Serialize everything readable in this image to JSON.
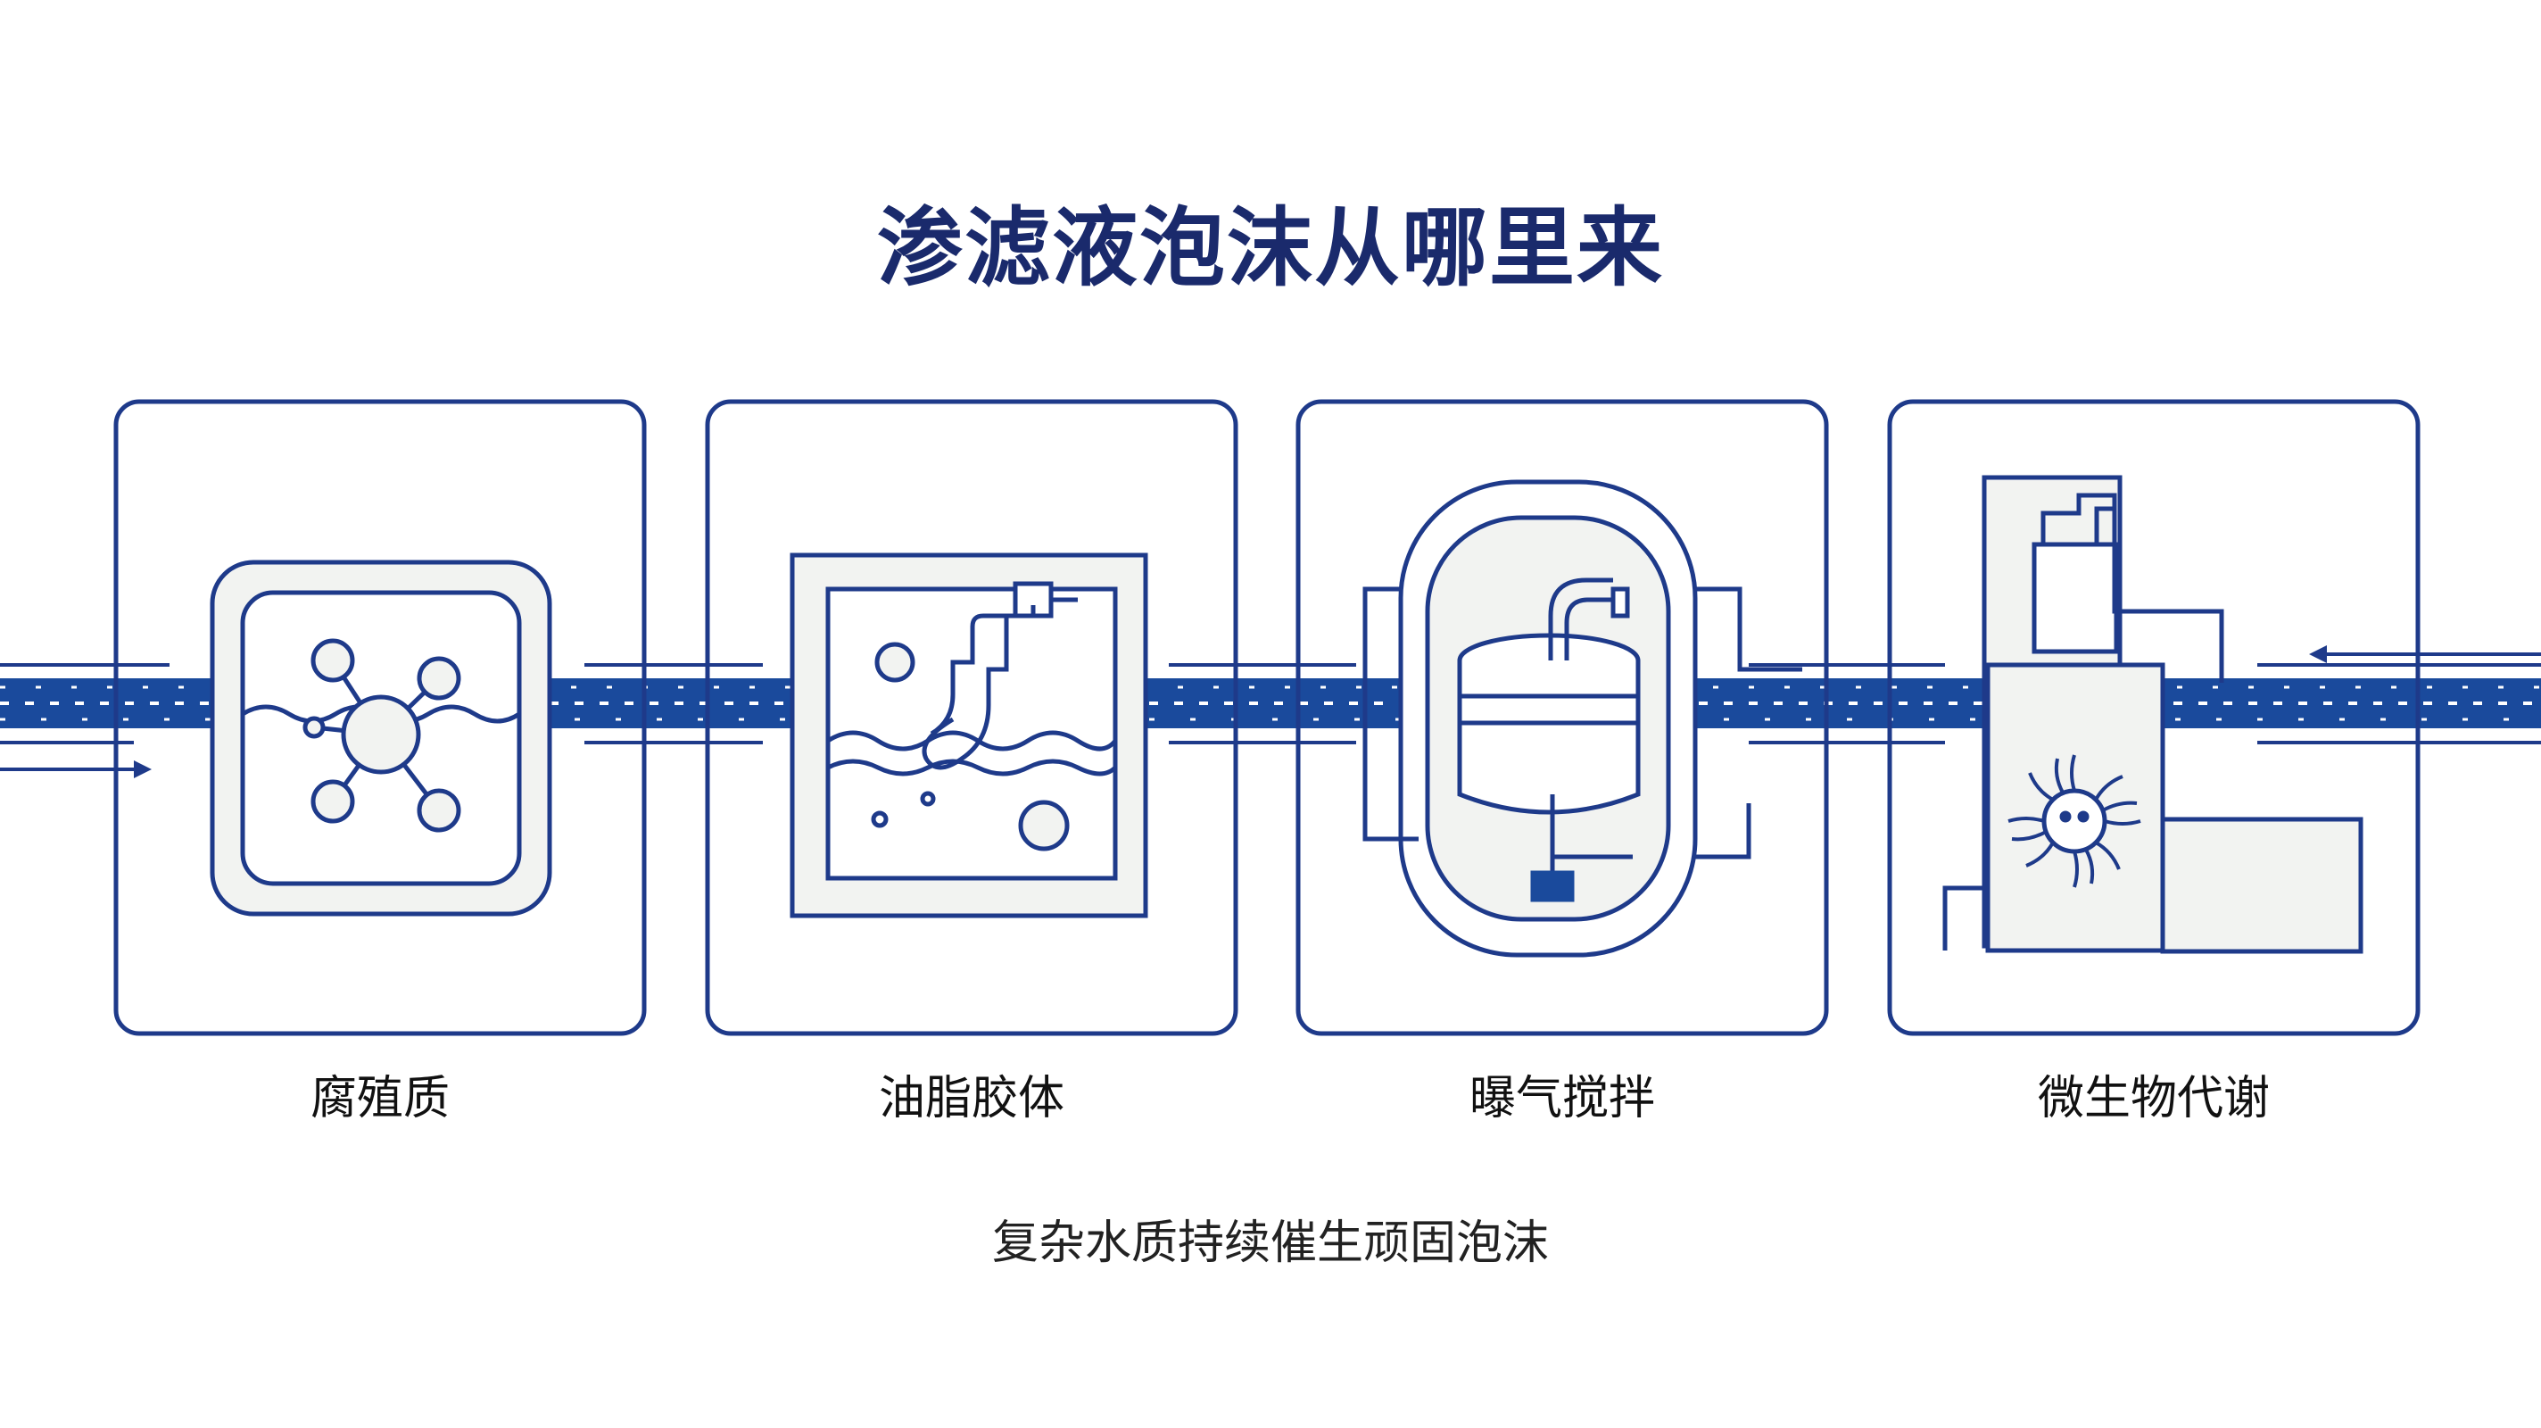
{
  "title": "渗滤液泡沫从哪里来",
  "stages": [
    {
      "label": "腐殖质",
      "icon": "molecule-icon"
    },
    {
      "label": "油脂胶体",
      "icon": "oil-pipe-icon"
    },
    {
      "label": "曝气搅拌",
      "icon": "aeration-tank-icon"
    },
    {
      "label": "微生物代谢",
      "icon": "microbe-icon"
    }
  ],
  "subtitle": "复杂水质持续催生顽固泡沫",
  "colors": {
    "accent": "#1a4a9c",
    "line": "#1e3a8a",
    "fill": "#f2f3f1"
  }
}
